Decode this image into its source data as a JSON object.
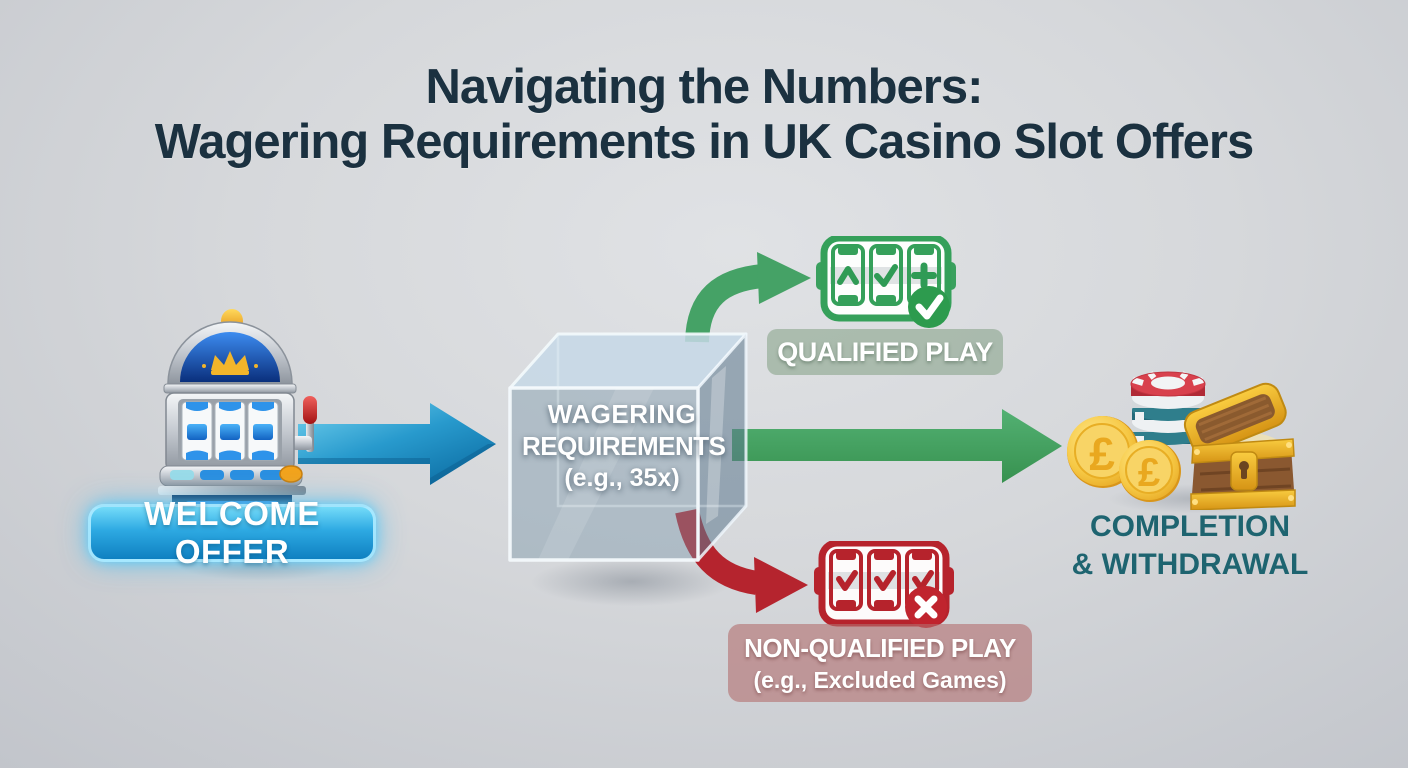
{
  "title": {
    "line1": "Navigating the Numbers:",
    "line2": "Wagering Requirements in UK Casino Slot Offers"
  },
  "nodes": {
    "welcome_offer": {
      "label": "WELCOME OFFER"
    },
    "wagering_requirements": {
      "line1": "WAGERING",
      "line2": "REQUIREMENTS",
      "line3": "(e.g., 35x)"
    },
    "qualified_play": {
      "label": "QUALIFIED PLAY"
    },
    "non_qualified_play": {
      "label": "NON-QUALIFIED PLAY",
      "sublabel": "(e.g., Excluded Games)"
    },
    "completion_withdrawal": {
      "line1": "COMPLETION",
      "line2": "& WITHDRAWAL"
    }
  },
  "rewards": {
    "pound_symbol": "£"
  },
  "icons": {
    "slot_machine": "blue-slot-machine",
    "qualified_slot": "green-slot-machine-reels",
    "non_qualified_slot": "red-slot-machine-reels",
    "check_badge": "✓",
    "cross_badge": "✕",
    "coins": "gold-pound-coins",
    "chips": "casino-chip-stack",
    "chest": "open-treasure-chest"
  },
  "colors": {
    "background": "#d6d8db",
    "title_text": "#1b3140",
    "flow_blue": "#1187c2",
    "flow_green": "#3f9e5f",
    "flow_red": "#b5242e",
    "welcome_pill": "#2da9e2",
    "qualified_pill_bg": "#a7bbaa",
    "non_qualified_pill_bg": "#c29697",
    "completion_text": "#1e6470",
    "coin_gold": "#f2c23e"
  }
}
